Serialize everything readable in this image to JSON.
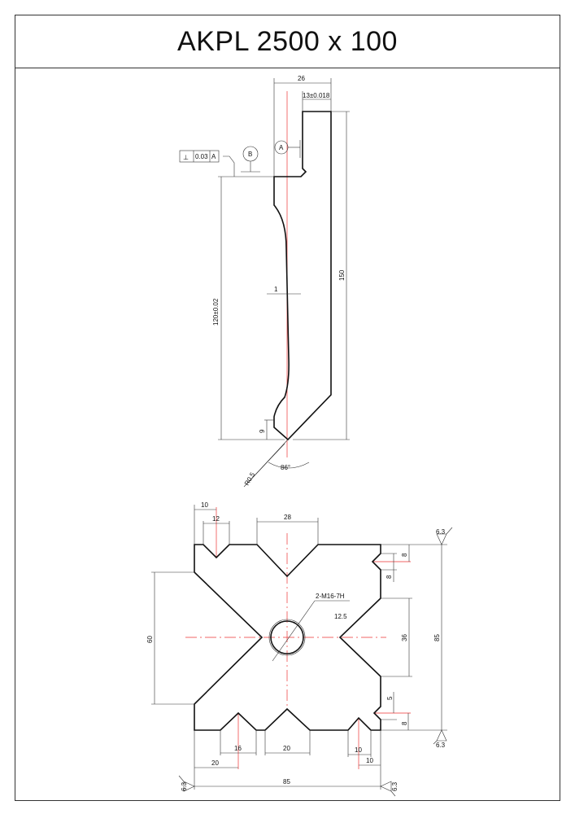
{
  "title": "AKPL 2500 x 100",
  "side_view": {
    "dim_width": "26",
    "dim_tongue": "13±0.018",
    "dim_height": "150",
    "dim_datum_height": "120±0.02",
    "dim_offset": "1",
    "dim_tip": "9",
    "angle": "86°",
    "radius": "R0.5",
    "datum_a": "A",
    "datum_b": "B",
    "tolerance_symbol": "⊥",
    "tolerance_value": "0.03",
    "tolerance_datum": "A"
  },
  "block_view": {
    "dim_top_10": "10",
    "dim_top_12": "12",
    "dim_top_28": "28",
    "dim_right_8a": "8",
    "dim_right_8b": "8",
    "dim_right_36": "36",
    "dim_right_5": "5",
    "dim_right_8c": "8",
    "dim_height_85": "85",
    "dim_left_60": "60",
    "thread": "2-M16-7H",
    "dim_12_5": "12.5",
    "dim_bottom_16": "16",
    "dim_bottom_20a": "20",
    "dim_bottom_20b": "20",
    "dim_bottom_10a": "10",
    "dim_bottom_10b": "10",
    "dim_width_85": "85",
    "roughness": "6.3"
  }
}
